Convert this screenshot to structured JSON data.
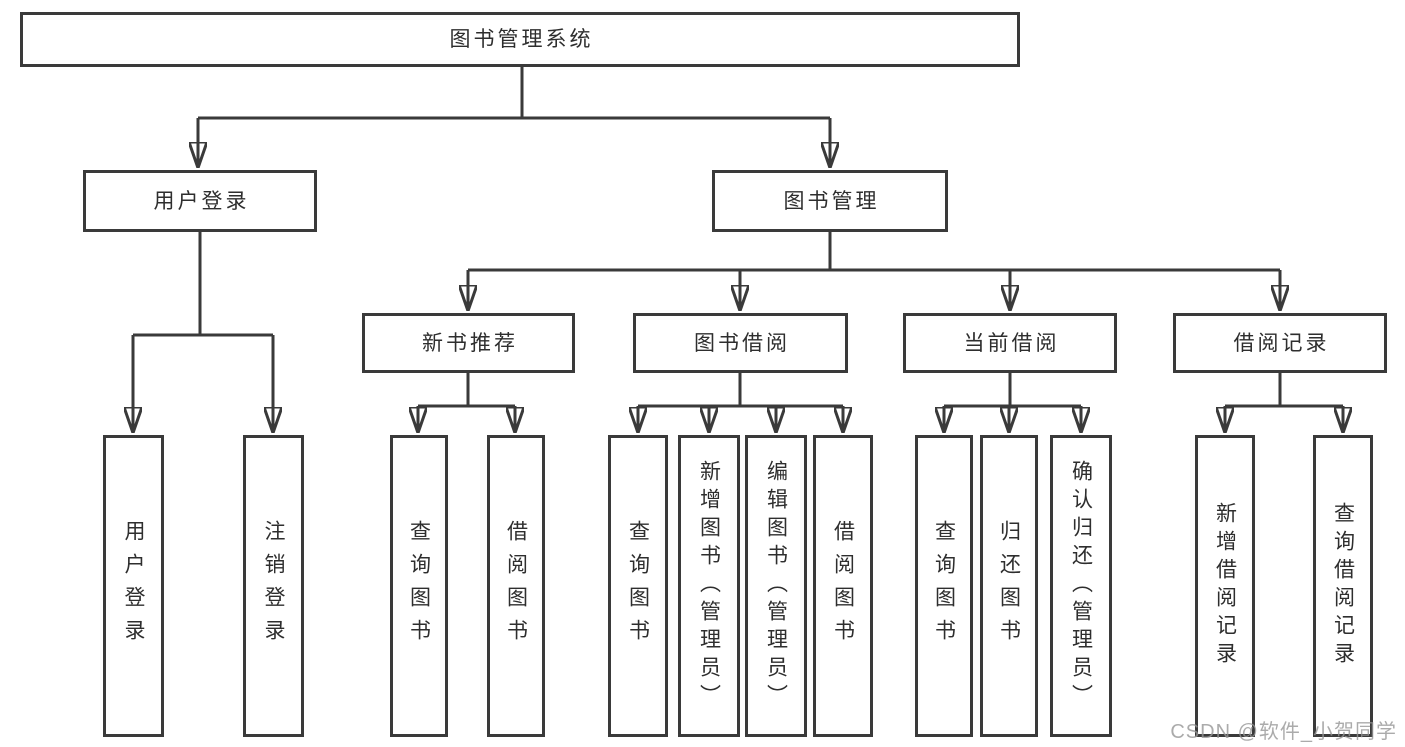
{
  "diagram": {
    "type": "tree-flowchart",
    "root": {
      "label": "图书管理系统"
    },
    "branches": [
      {
        "label": "用户登录",
        "children": [
          {
            "label": "用户登录"
          },
          {
            "label": "注销登录"
          }
        ]
      },
      {
        "label": "图书管理",
        "children": [
          {
            "label": "新书推荐",
            "children": [
              {
                "label": "查询图书"
              },
              {
                "label": "借阅图书"
              }
            ]
          },
          {
            "label": "图书借阅",
            "children": [
              {
                "label": "查询图书"
              },
              {
                "label": "新增图书（管理员）"
              },
              {
                "label": "编辑图书（管理员）"
              },
              {
                "label": "借阅图书"
              }
            ]
          },
          {
            "label": "当前借阅",
            "children": [
              {
                "label": "查询图书"
              },
              {
                "label": "归还图书"
              },
              {
                "label": "确认归还（管理员）"
              }
            ]
          },
          {
            "label": "借阅记录",
            "children": [
              {
                "label": "新增借阅记录"
              },
              {
                "label": "查询借阅记录"
              }
            ]
          }
        ]
      }
    ]
  },
  "watermark": {
    "text": "CSDN @软件_小贺同学"
  },
  "colors": {
    "line": "#3a3a3a",
    "box_border": "#3a3a3a",
    "text": "#2e2e2e",
    "background": "#ffffff",
    "watermark": "#969696"
  }
}
